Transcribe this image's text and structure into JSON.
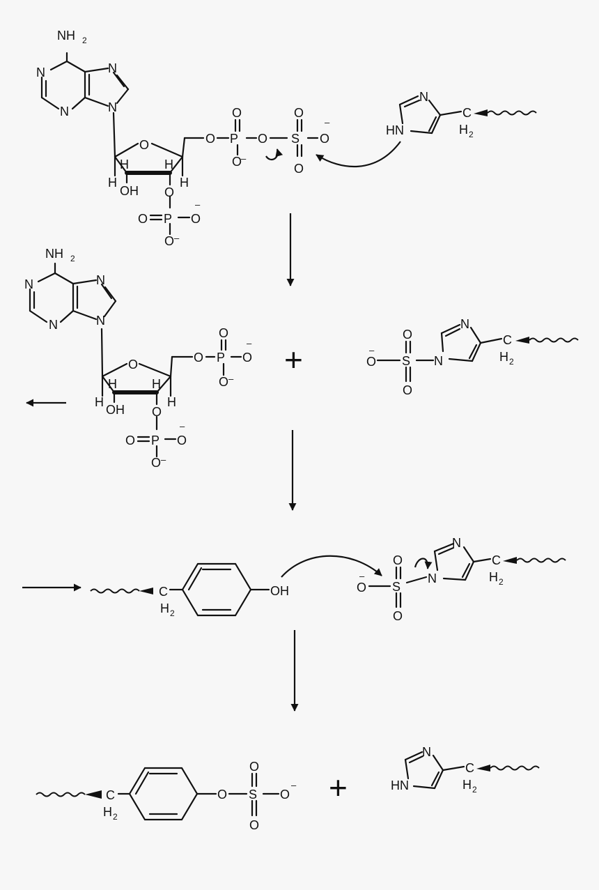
{
  "colors": {
    "ink": "#111111",
    "background": "#f7f7f7"
  },
  "labels": {
    "nh2": "NH",
    "two": "2",
    "n": "N",
    "o": "O",
    "oh": "OH",
    "h": "H",
    "p": "P",
    "s": "S",
    "hn": "HN",
    "c": "C",
    "minus": "–",
    "plus": "+"
  }
}
